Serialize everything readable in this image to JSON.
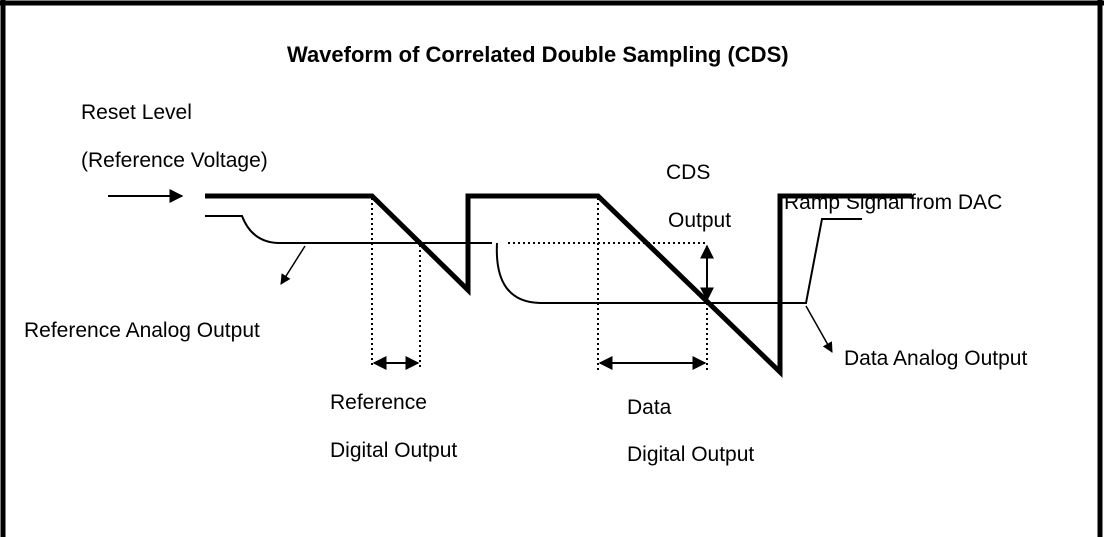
{
  "title": "Waveform of Correlated Double Sampling (CDS)",
  "labels": {
    "reset_level": "Reset Level",
    "reference_voltage": "(Reference Voltage)",
    "cds": "CDS",
    "output": "Output",
    "ramp_signal": "Ramp Signal from DAC",
    "reference_analog_output": "Reference Analog Output",
    "data_analog_output": "Data Analog Output",
    "reference": "Reference",
    "reference_digital_output": "Digital Output",
    "data": "Data",
    "data_digital_output": "Digital Output"
  },
  "colors": {
    "line": "#000000",
    "background": "#ffffff"
  }
}
